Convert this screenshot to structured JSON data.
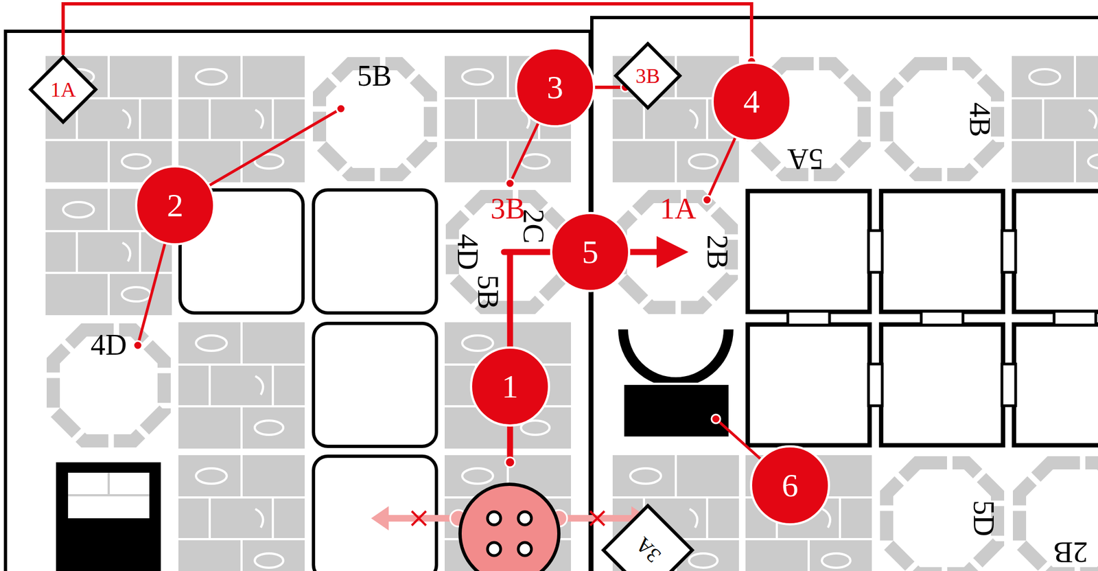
{
  "diagram": {
    "nodes": [
      {
        "text": [
          "1A"
        ]
      },
      {
        "text": [
          "3"
        ]
      },
      {
        "text": [
          "3B"
        ]
      },
      {
        "text": [
          "4"
        ]
      },
      {
        "text": [
          "2"
        ]
      },
      {
        "text": [
          "5"
        ]
      },
      {
        "text": [
          "1"
        ]
      },
      {
        "text": [
          "6"
        ]
      },
      {
        "text": [
          "3A"
        ]
      }
    ],
    "edges": [
      {
        "from": 0,
        "to": 3,
        "arrow": "none"
      },
      {
        "from": 1,
        "to": 2,
        "arrow": "none"
      }
    ],
    "labels": [
      "5B",
      "3B",
      "4D",
      "2C",
      "5B",
      "4D",
      "1A",
      "2B",
      "5A",
      "4B",
      "5D",
      "2B"
    ]
  }
}
